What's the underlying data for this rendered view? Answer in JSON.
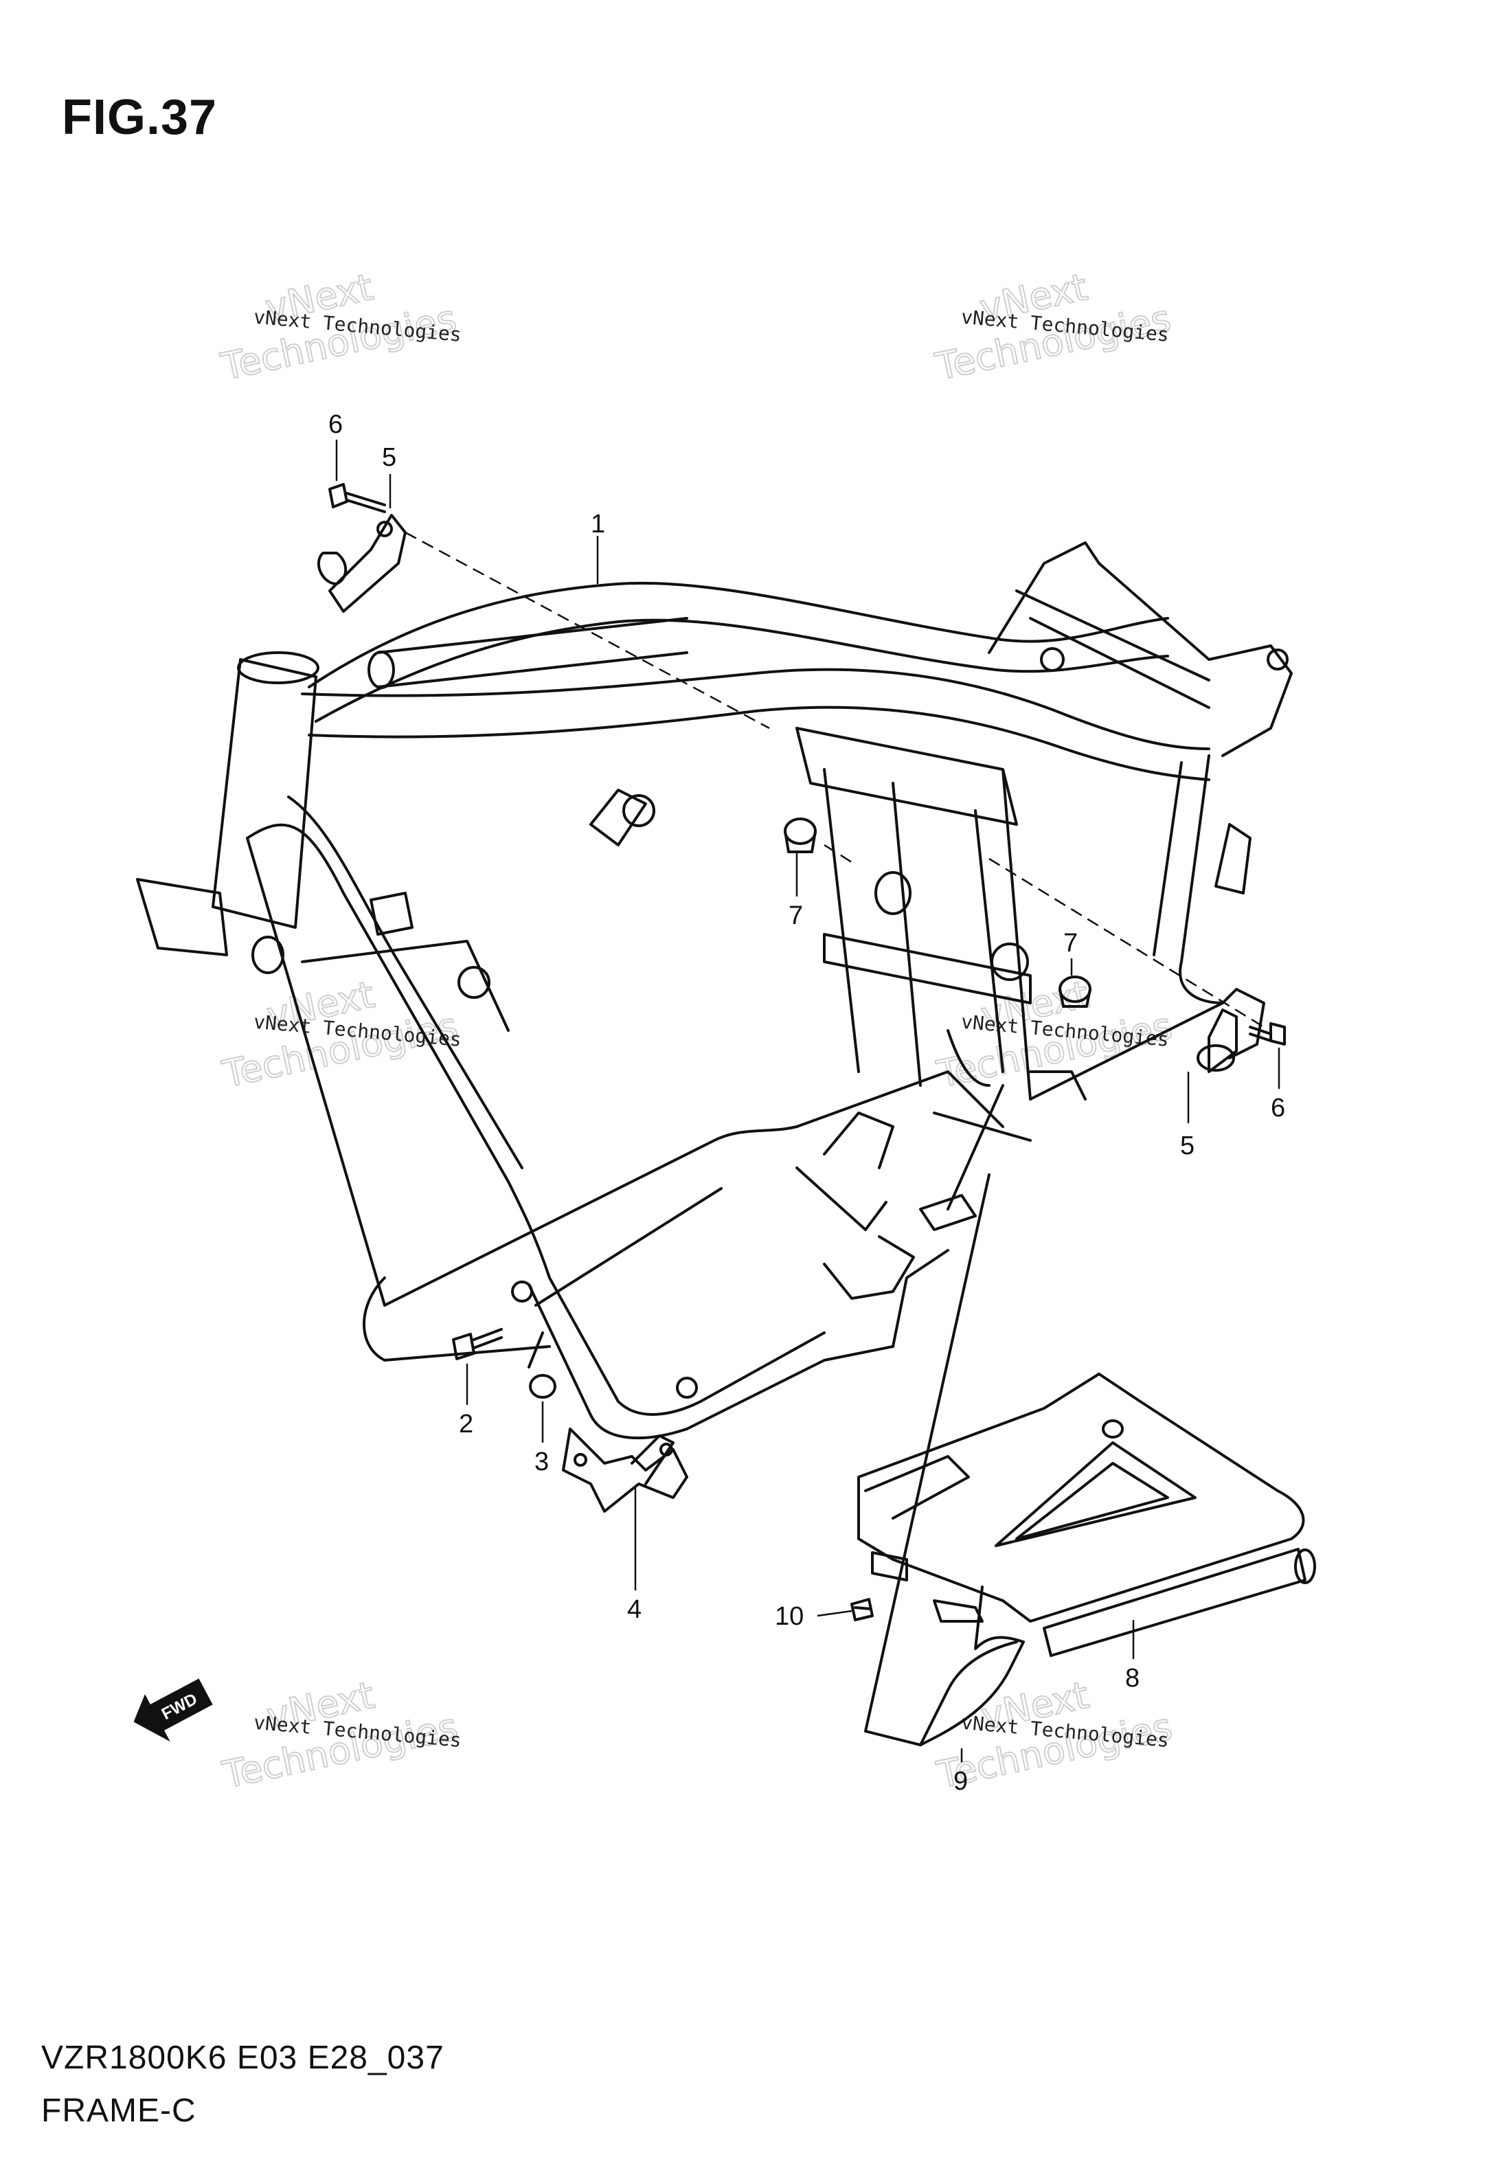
{
  "figure": {
    "title": "FIG.37"
  },
  "footer": {
    "model_code": "VZR1800K6 E03 E28_037",
    "section_name": "FRAME-C"
  },
  "watermark": {
    "line1": "vNext",
    "line2": "Technologies",
    "small": "vNext Technologies"
  },
  "fwd_arrow": {
    "label": "FWD"
  },
  "callouts": {
    "c1": "1",
    "c2": "2",
    "c3": "3",
    "c4": "4",
    "c5a": "5",
    "c5b": "5",
    "c6a": "6",
    "c6b": "6",
    "c7a": "7",
    "c7b": "7",
    "c8": "8",
    "c9": "9",
    "c10": "10"
  }
}
